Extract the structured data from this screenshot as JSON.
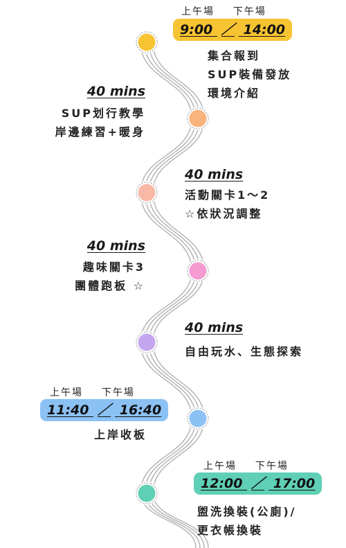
{
  "colors": {
    "stroke": "#b9b9b9",
    "dot_ring": "#8f8f8f",
    "stops": [
      "#f6c332",
      "#f9b37c",
      "#f7b9a6",
      "#f59bd2",
      "#c4a6ef",
      "#8cc1f4",
      "#5fcfb5"
    ],
    "pill_1": "#f6c332",
    "pill_2": "#8cc1f4",
    "pill_3": "#5fcfb5"
  },
  "block1": {
    "session_am": "上午場",
    "session_pm": "下午場",
    "time_am": "9:00",
    "slash": "／",
    "time_pm": "14:00",
    "lines": [
      "集合報到",
      "SUP裝備發放",
      "環境介紹"
    ]
  },
  "block2": {
    "duration": "40 mins",
    "lines": [
      "SUP划行教學",
      "岸邊練習+暖身"
    ]
  },
  "block3": {
    "duration": "40 mins",
    "lines": [
      "活動關卡1～2",
      "☆依狀況調整"
    ]
  },
  "block4": {
    "duration": "40 mins",
    "lines": [
      "趣味關卡3",
      "團體跑板 ☆"
    ]
  },
  "block5": {
    "duration": "40 mins",
    "lines": [
      "自由玩水、生態探索"
    ]
  },
  "block6": {
    "session_am": "上午場",
    "session_pm": "下午場",
    "time_am": "11:40",
    "slash": "／",
    "time_pm": "16:40",
    "lines": [
      "上岸收板"
    ]
  },
  "block7": {
    "session_am": "上午場",
    "session_pm": "下午場",
    "time_am": "12:00",
    "slash": "／",
    "time_pm": "17:00",
    "lines": [
      "盥洗換裝(公廁)/",
      "更衣帳換裝"
    ]
  }
}
